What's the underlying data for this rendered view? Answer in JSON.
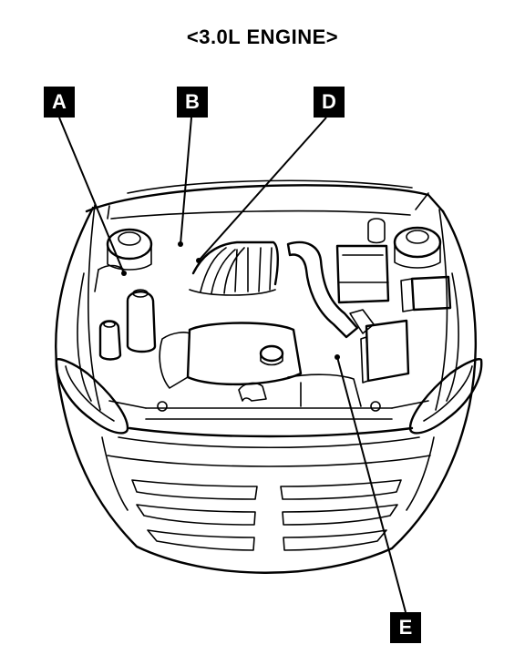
{
  "title": "<3.0L ENGINE>",
  "callouts": {
    "a": "A",
    "b": "B",
    "d": "D",
    "e": "E"
  }
}
